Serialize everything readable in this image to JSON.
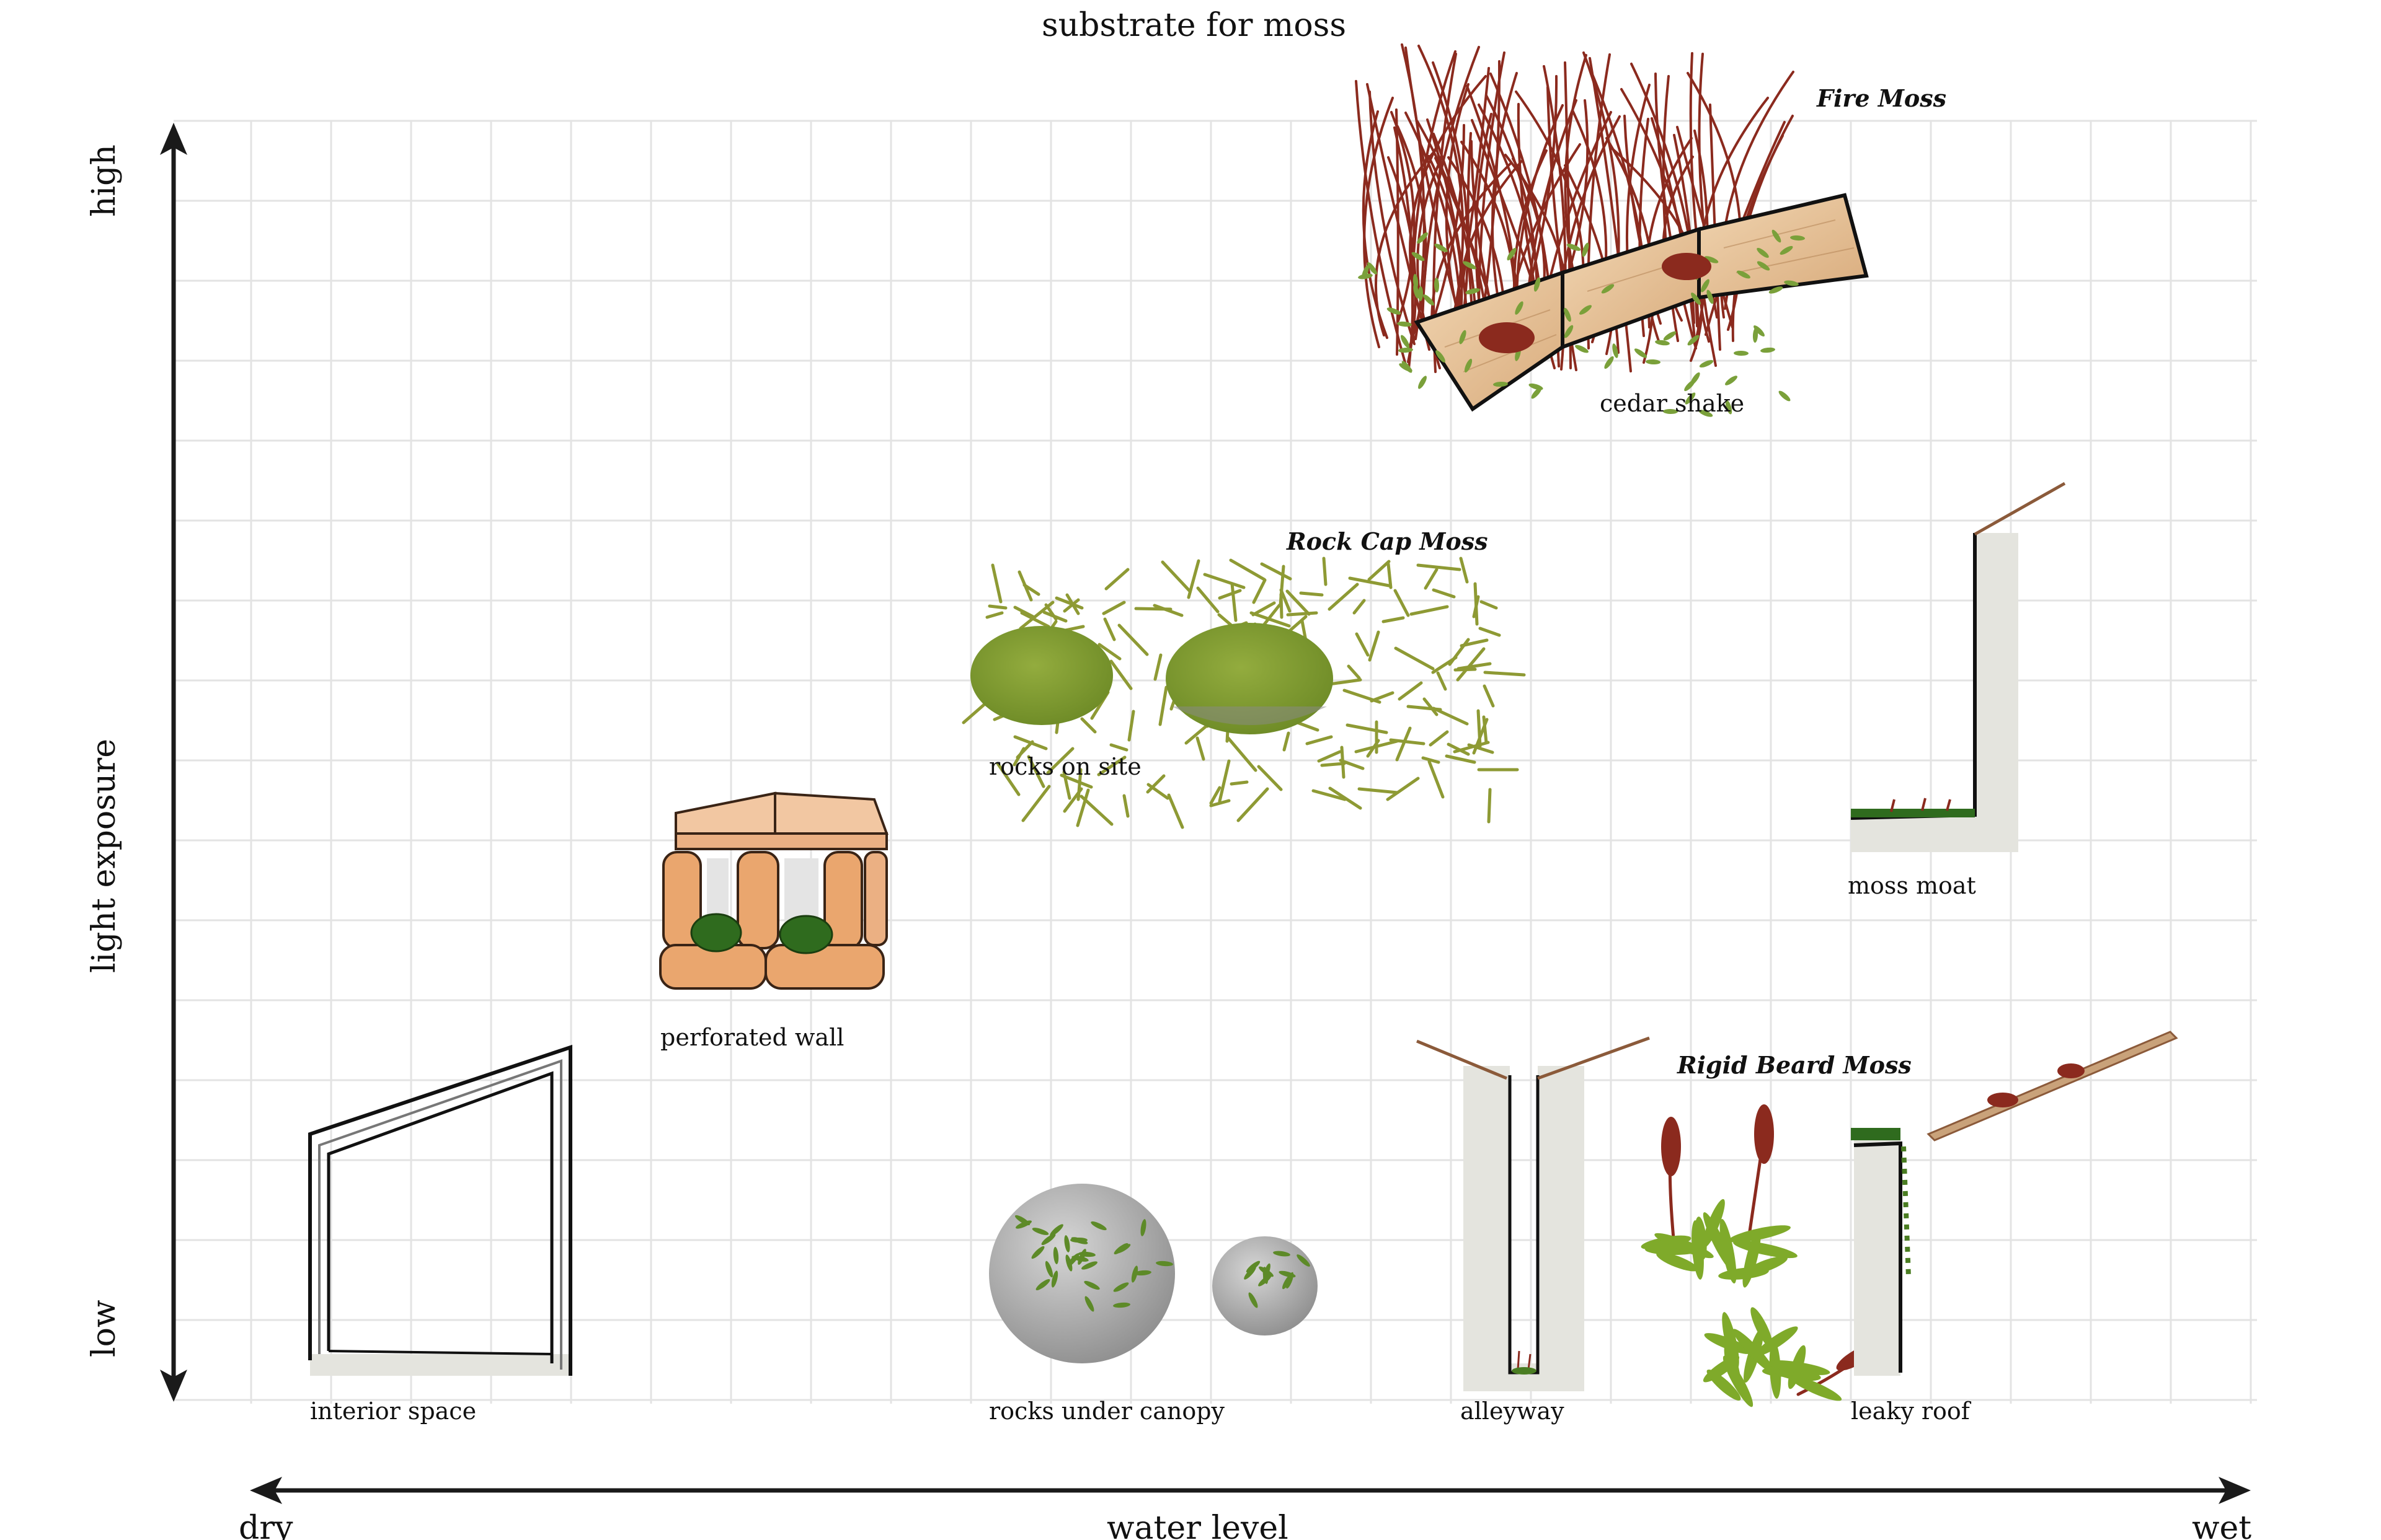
{
  "title": "substrate for moss",
  "y_axis": {
    "label": "light exposure",
    "high": "high",
    "low": "low"
  },
  "x_axis": {
    "label": "water level",
    "left": "dry",
    "right": "wet"
  },
  "substrates": {
    "cedar_shake": "cedar shake",
    "rocks_on_site": "rocks on site",
    "moss_moat": "moss moat",
    "perforated_wall": "perforated wall",
    "interior_space": "interior space",
    "rocks_under_canopy": "rocks under canopy",
    "alleyway": "alleyway",
    "leaky_roof": "leaky roof"
  },
  "species": {
    "fire_moss": "Fire Moss",
    "rock_cap_moss": "Rock Cap Moss",
    "rigid_beard_moss": "Rigid Beard Moss"
  },
  "colors": {
    "grid": "#e3e3e3",
    "axis": "#1a1a1a",
    "fire_moss_stem": "#8b2a1e",
    "moss_green": "#6f9a2c",
    "rock_cap": "#7f9a32",
    "brick": "#eaa66e",
    "cedar": "#e7c39c",
    "concrete": "#e6e6e2",
    "rock_grey": "#a9a9a9"
  }
}
